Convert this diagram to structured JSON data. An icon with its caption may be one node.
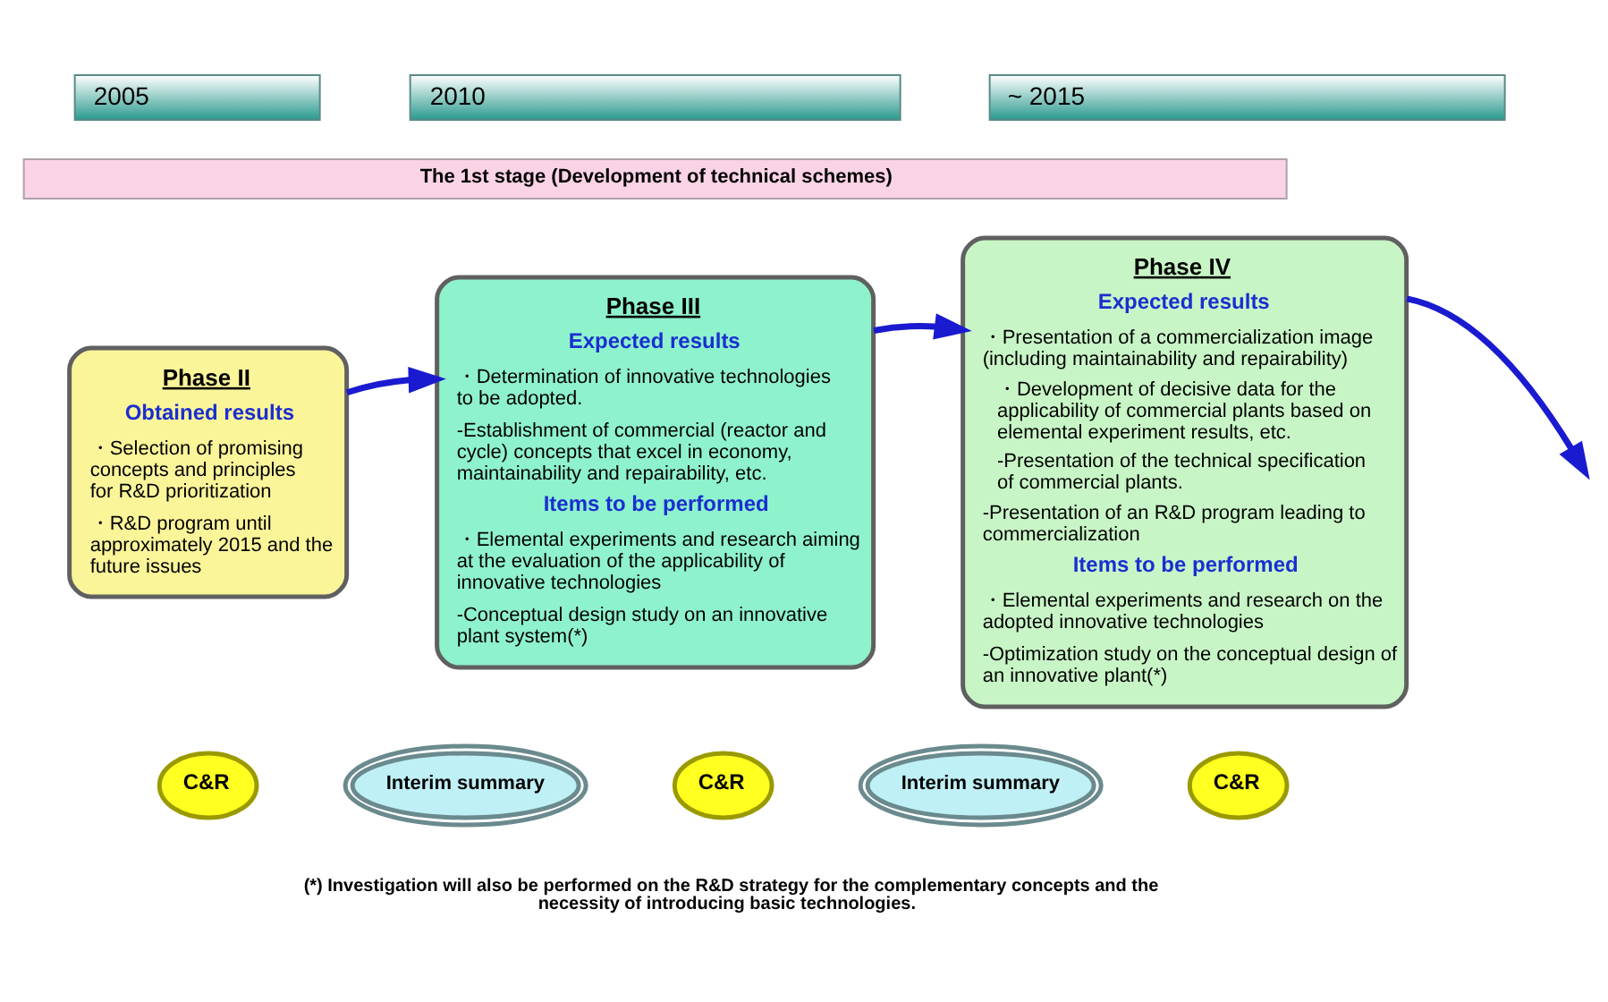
{
  "diagram": {
    "nodes": [
      {
        "text": [
          "2005"
        ]
      },
      {
        "text": [
          "2010"
        ]
      },
      {
        "text": [
          "~ 2015"
        ]
      },
      {
        "text": [
          "The 1st stage (Development of technical schemes)"
        ]
      },
      {
        "text": [
          "Phase II",
          "Obtained results",
          "・Selection of promising concepts and principles for R&D prioritization",
          "・R&D program until approximately 2015 and the future issues"
        ]
      },
      {
        "text": [
          "Phase III",
          "Expected results",
          "・Determination of innovative technologies to be adopted.",
          "-Establishment of commercial (reactor and cycle) concepts that excel in economy, maintainability and repairability, etc.",
          "Items to be performed",
          "・Elemental experiments and research aiming at the evaluation of the applicability of innovative technologies",
          "-Conceptual design study on an innovative plant system(*)"
        ]
      },
      {
        "text": [
          "Phase IV",
          "Expected results",
          "・Presentation of a commercialization image (including maintainability and repairability)",
          "・Development of decisive data for the applicability of commercial plants based on elemental experiment results, etc.",
          "-Presentation of the technical specification of commercial plants.",
          "-Presentation of an R&D program leading to commercialization",
          "Items to be performed",
          "・Elemental experiments and research on the adopted innovative technologies",
          "-Optimization study on the conceptual design of an innovative plant(*)"
        ]
      },
      {
        "text": [
          "C&R"
        ]
      },
      {
        "text": [
          "Interim summary"
        ]
      },
      {
        "text": [
          "C&R"
        ]
      },
      {
        "text": [
          "Interim summary"
        ]
      },
      {
        "text": [
          "C&R"
        ]
      }
    ],
    "edges": [
      {
        "from": 4,
        "to": 5,
        "arrow": "to"
      },
      {
        "from": 5,
        "to": 6,
        "arrow": "to"
      },
      {
        "from": 6,
        "to": null,
        "arrow": "to"
      }
    ],
    "labels": [
      "(*) Investigation will also be performed on the R&D strategy for the complementary concepts and the necessity of introducing basic technologies."
    ]
  }
}
